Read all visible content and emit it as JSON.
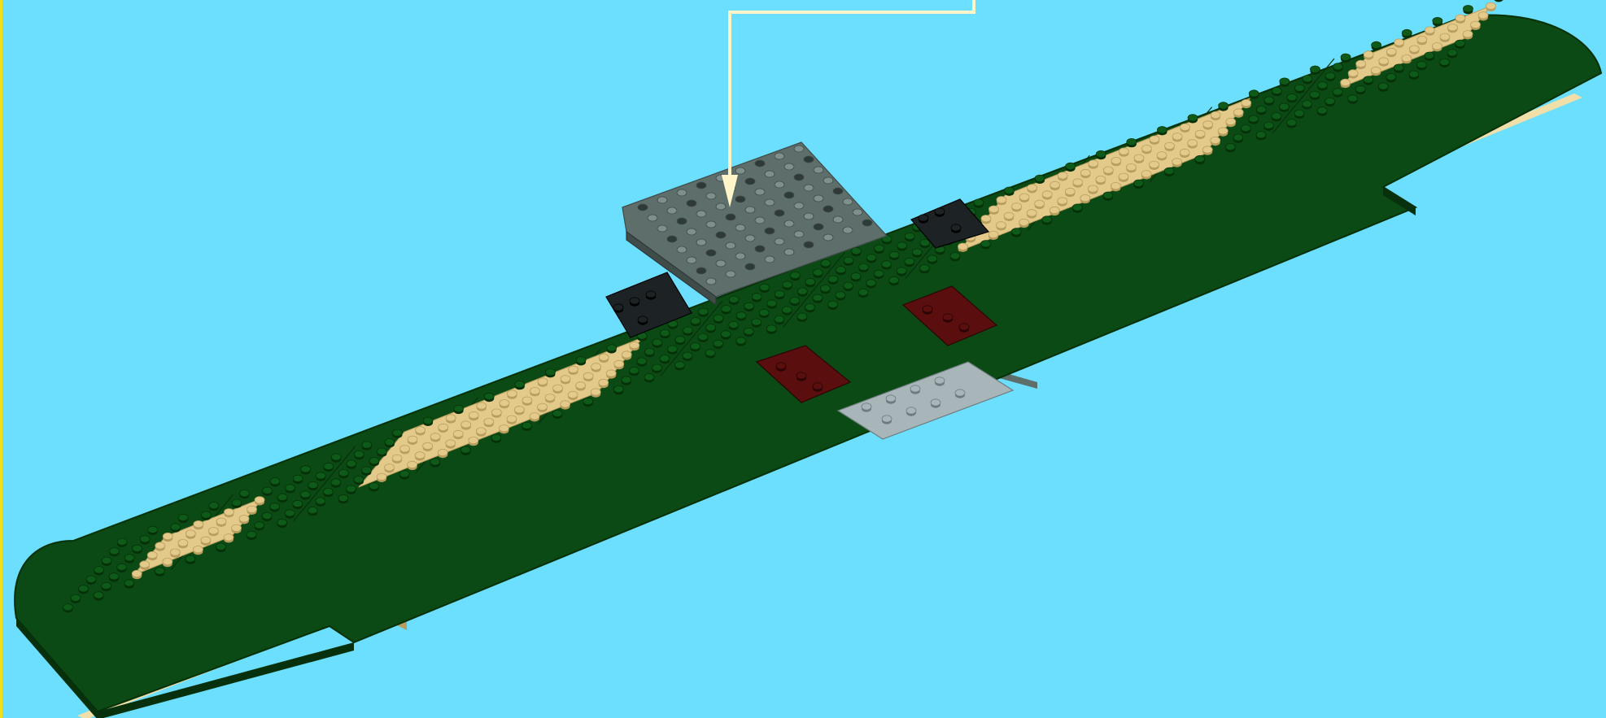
{
  "scene": {
    "description_free": true
  },
  "colors": {
    "background": "#6BDFFD",
    "frame_left": "#F2E11A",
    "callout_line": "#FFF5C8",
    "baseplate_green": "#0B4A14",
    "baseplate_green_dark": "#07300C",
    "baseplate_green_edge": "#053008",
    "tan": "#E3C98A",
    "tan_dark": "#B89E5E",
    "grate_gray": "#5E6E6B",
    "grate_gray_light": "#7F8F8C",
    "black_plate": "#1D2324",
    "dark_red": "#5A0E0E",
    "light_gray": "#A9B6B9",
    "under_tan": "#F0DFA8"
  },
  "callout": {
    "kind": "arrow",
    "target": "grate-plate"
  },
  "parts": [
    {
      "name": "left-curved-end",
      "color": "baseplate_green"
    },
    {
      "name": "right-curved-end",
      "color": "baseplate_green"
    },
    {
      "name": "tan-patch-left-small",
      "color": "tan"
    },
    {
      "name": "tan-patch-left-large",
      "color": "tan"
    },
    {
      "name": "tan-patch-right-large",
      "color": "tan"
    },
    {
      "name": "tan-patch-right-small",
      "color": "tan"
    },
    {
      "name": "grate-plate",
      "color": "grate_gray"
    },
    {
      "name": "black-tile-left",
      "color": "black_plate"
    },
    {
      "name": "black-tile-right",
      "color": "black_plate"
    },
    {
      "name": "dark-red-plate-left",
      "color": "dark_red"
    },
    {
      "name": "dark-red-plate-right",
      "color": "dark_red"
    },
    {
      "name": "light-gray-plate",
      "color": "light_gray"
    }
  ]
}
